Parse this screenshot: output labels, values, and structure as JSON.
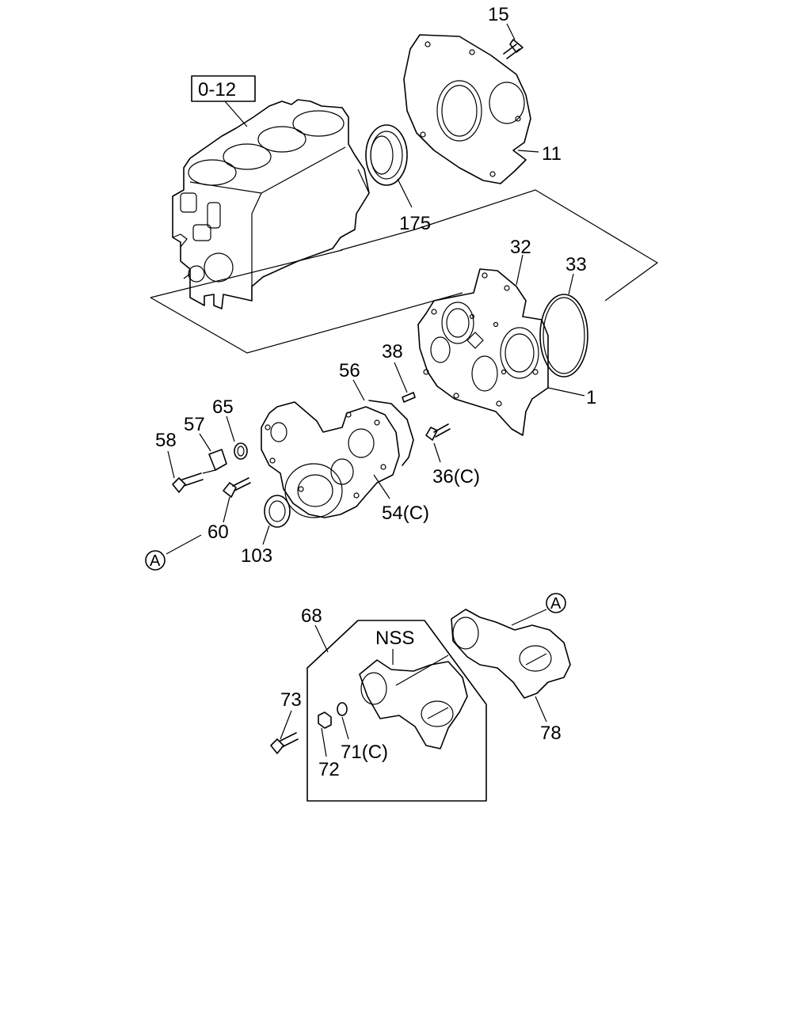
{
  "reference_box": "0-12",
  "labels": {
    "p15": "15",
    "p11": "11",
    "p175": "175",
    "p32": "32",
    "p33": "33",
    "p1": "1",
    "p38": "38",
    "p56": "56",
    "p65": "65",
    "p57": "57",
    "p58": "58",
    "p36": "36(C)",
    "p54": "54(C)",
    "p60": "60",
    "p103": "103",
    "p68": "68",
    "nss": "NSS",
    "p73": "73",
    "p72": "72",
    "p71": "71(C)",
    "p78": "78"
  },
  "callouts": {
    "a_left": "A",
    "a_right": "A"
  }
}
